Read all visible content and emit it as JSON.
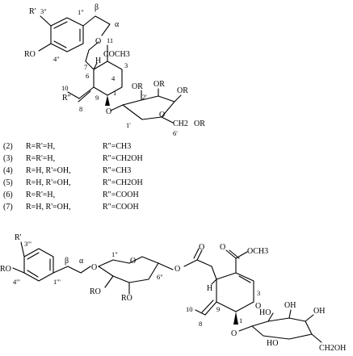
{
  "structure_top": {
    "substituents": {
      "r_prime": "R'",
      "ro_phenol": "RO",
      "r_dprime": "R\"",
      "h_stereo": "H",
      "acetyl": "COCH3",
      "ring_o": "O",
      "ester_o": "O",
      "glyco_o": "O",
      "sugar_ring_o": "O",
      "sugar_or_2": "OR",
      "sugar_or_3": "OR",
      "sugar_or_4": "OR",
      "sugar_or_6": "OR",
      "sugar_ch2": "CH2"
    },
    "locants": {
      "c3pp": "3\"",
      "c4pp": "4\"",
      "c1pp": "1\"",
      "beta": "β",
      "alpha": "α",
      "c11": "11",
      "c7": "7",
      "c6": "6",
      "c4": "4",
      "c3": "3",
      "c10": "10",
      "c9": "9",
      "c8": "8",
      "c1": "1",
      "c2p": "2'",
      "c1p": "1'",
      "c6p": "6'"
    }
  },
  "compounds": [
    {
      "id": "(2)",
      "r": "R=R'=H,",
      "rpp": "R\"=CH3"
    },
    {
      "id": "(3)",
      "r": "R=R'=H,",
      "rpp": "R\"=CH2OH"
    },
    {
      "id": "(4)",
      "r": "R=H,  R'=OH,",
      "rpp": "R\"=CH3"
    },
    {
      "id": "(5)",
      "r": "R=H,  R'=OH,",
      "rpp": "R\"=CH2OH"
    },
    {
      "id": "(6)",
      "r": "R=R'=H,",
      "rpp": "R\"=COOH"
    },
    {
      "id": "(7)",
      "r": "R=H,  R'=OH,",
      "rpp": "R\"=COOH"
    }
  ],
  "structure_bottom": {
    "substituents": {
      "r_prime": "R'",
      "ro_phenol": "RO",
      "ro_a": "RO",
      "ro_b": "RO",
      "glyco_o": "O",
      "ester_o": "O",
      "carbonyl_o": "O",
      "carbonyl_o2": "O",
      "methoxy": "OCH3",
      "h_stereo": "H",
      "ring_o": "O",
      "sugar_o": "O",
      "ho_a": "HO",
      "ho_b": "HO",
      "oh_a": "OH",
      "oh_b": "OH",
      "ch2oh": "CH2OH",
      "o_link": "O"
    },
    "locants": {
      "c3ppp": "3'''",
      "c4ppp": "4'''",
      "c1ppp": "1'''",
      "beta": "β",
      "alpha": "α",
      "c1pp": "1\"",
      "c6pp": "6\"",
      "c3": "3",
      "c10": "10",
      "c9": "9",
      "c8": "8",
      "c1": "1"
    }
  }
}
